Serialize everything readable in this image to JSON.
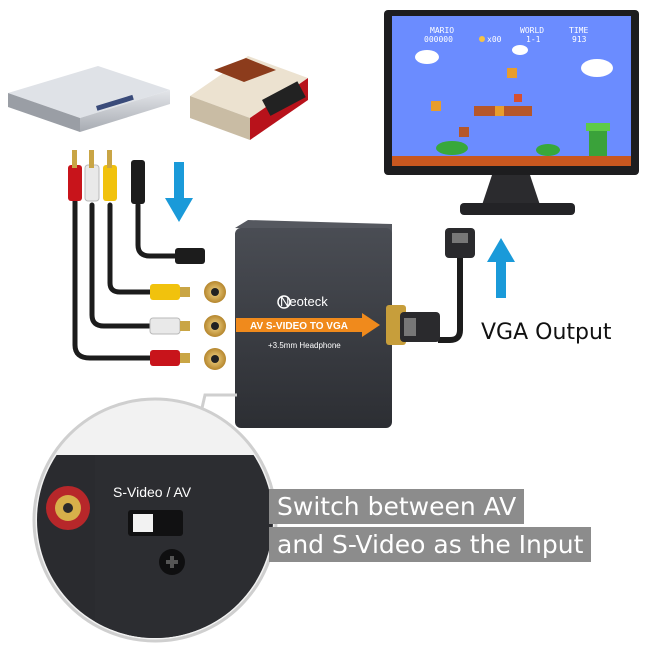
{
  "game": {
    "mario_label": "MARIO",
    "score": "000000",
    "coins": "x00",
    "world_label": "WORLD",
    "world_value": "1-1",
    "time_label": "TIME",
    "time_value": "913"
  },
  "device": {
    "brand_logo": "Neoteck",
    "panel_text": "AV S-VIDEO TO VGA",
    "audio_text": "+3.5mm Headphone"
  },
  "zoom": {
    "switch_label": "S-Video / AV"
  },
  "labels": {
    "vga_output": "VGA Output",
    "caption_line1": "Switch between AV",
    "caption_line2": "and S-Video as the Input"
  },
  "colors": {
    "arrow_blue": "#1a9ad9",
    "sky_blue": "#6b8cff",
    "panel_orange": "#f08a1c",
    "caption_gray": "#8c8c8c"
  }
}
